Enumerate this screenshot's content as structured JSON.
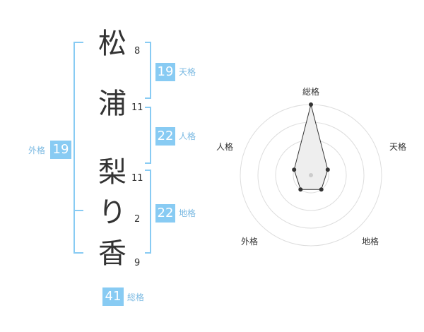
{
  "name": {
    "characters": [
      {
        "char": "松",
        "strokes": "8"
      },
      {
        "char": "浦",
        "strokes": "11"
      },
      {
        "char": "梨",
        "strokes": "11"
      },
      {
        "char": "り",
        "strokes": "2"
      },
      {
        "char": "香",
        "strokes": "9"
      }
    ]
  },
  "fortunes": {
    "tenkaku": {
      "value": "19",
      "label": "天格"
    },
    "jinkaku": {
      "value": "22",
      "label": "人格"
    },
    "chikaku": {
      "value": "22",
      "label": "地格"
    },
    "gaikaku": {
      "value": "19",
      "label": "外格"
    },
    "soukaku": {
      "value": "41",
      "label": "総格"
    }
  },
  "radar": {
    "axes": [
      "総格",
      "天格",
      "地格",
      "外格",
      "人格"
    ],
    "values": [
      1.0,
      0.25,
      0.25,
      0.25,
      0.25
    ],
    "line_color": "#333333",
    "fill_color": "#eeeeee"
  },
  "colors": {
    "accent": "#88cbf3",
    "label": "#7ab9e2",
    "bracket": "#88cbf3"
  }
}
